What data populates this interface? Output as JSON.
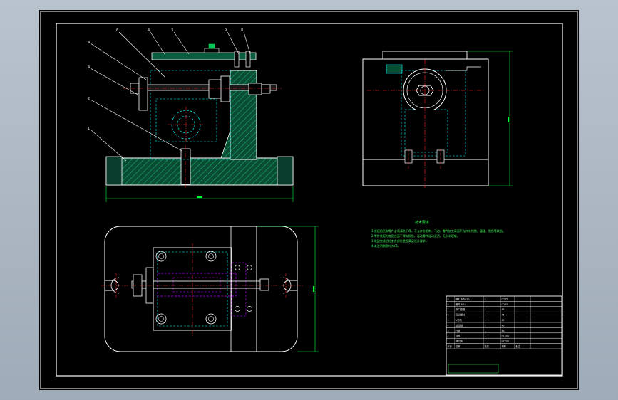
{
  "drawing": {
    "part_numbers": [
      "6",
      "4",
      "3",
      "9",
      "8",
      "4",
      "4",
      "2",
      "1"
    ],
    "notes": {
      "title": "技术要求",
      "lines": [
        "1.装配前所有零件必须清洗干净，不允许有毛刺、飞边，零件加工表面不允许有锈蚀、磕碰、划伤等缺陷。",
        "2.零件装配时各配合面不得有损伤，运动零件运动灵活、无卡滞现象。",
        "3.装配完成后检查各部位是否满足设计要求。",
        "4.未注明倒角均为C1。"
      ]
    },
    "title_block": {
      "headers": [
        "序号",
        "名称",
        "数量",
        "材料",
        "备注"
      ],
      "rows": [
        [
          "9",
          "螺钉 M6×20",
          "4",
          "Q235",
          ""
        ],
        [
          "8",
          "螺母 M10",
          "1",
          "Q235",
          ""
        ],
        [
          "7",
          "开口垫圈",
          "1",
          "45",
          ""
        ],
        [
          "6",
          "双头螺柱",
          "1",
          "45",
          ""
        ],
        [
          "5",
          "V形块",
          "1",
          "45",
          ""
        ],
        [
          "4",
          "定位销",
          "2",
          "45",
          ""
        ],
        [
          "3",
          "压板",
          "1",
          "45",
          ""
        ],
        [
          "2",
          "支座",
          "1",
          "HT200",
          ""
        ],
        [
          "1",
          "夹具体",
          "1",
          "HT200",
          ""
        ]
      ]
    },
    "colors": {
      "outline": "#ffffff",
      "hatch": "#00d8ff",
      "dimension": "#00ff3c",
      "centerline": "#ff2020",
      "hidden": "#c000ff",
      "part_fill": "#0a5c3e"
    }
  }
}
